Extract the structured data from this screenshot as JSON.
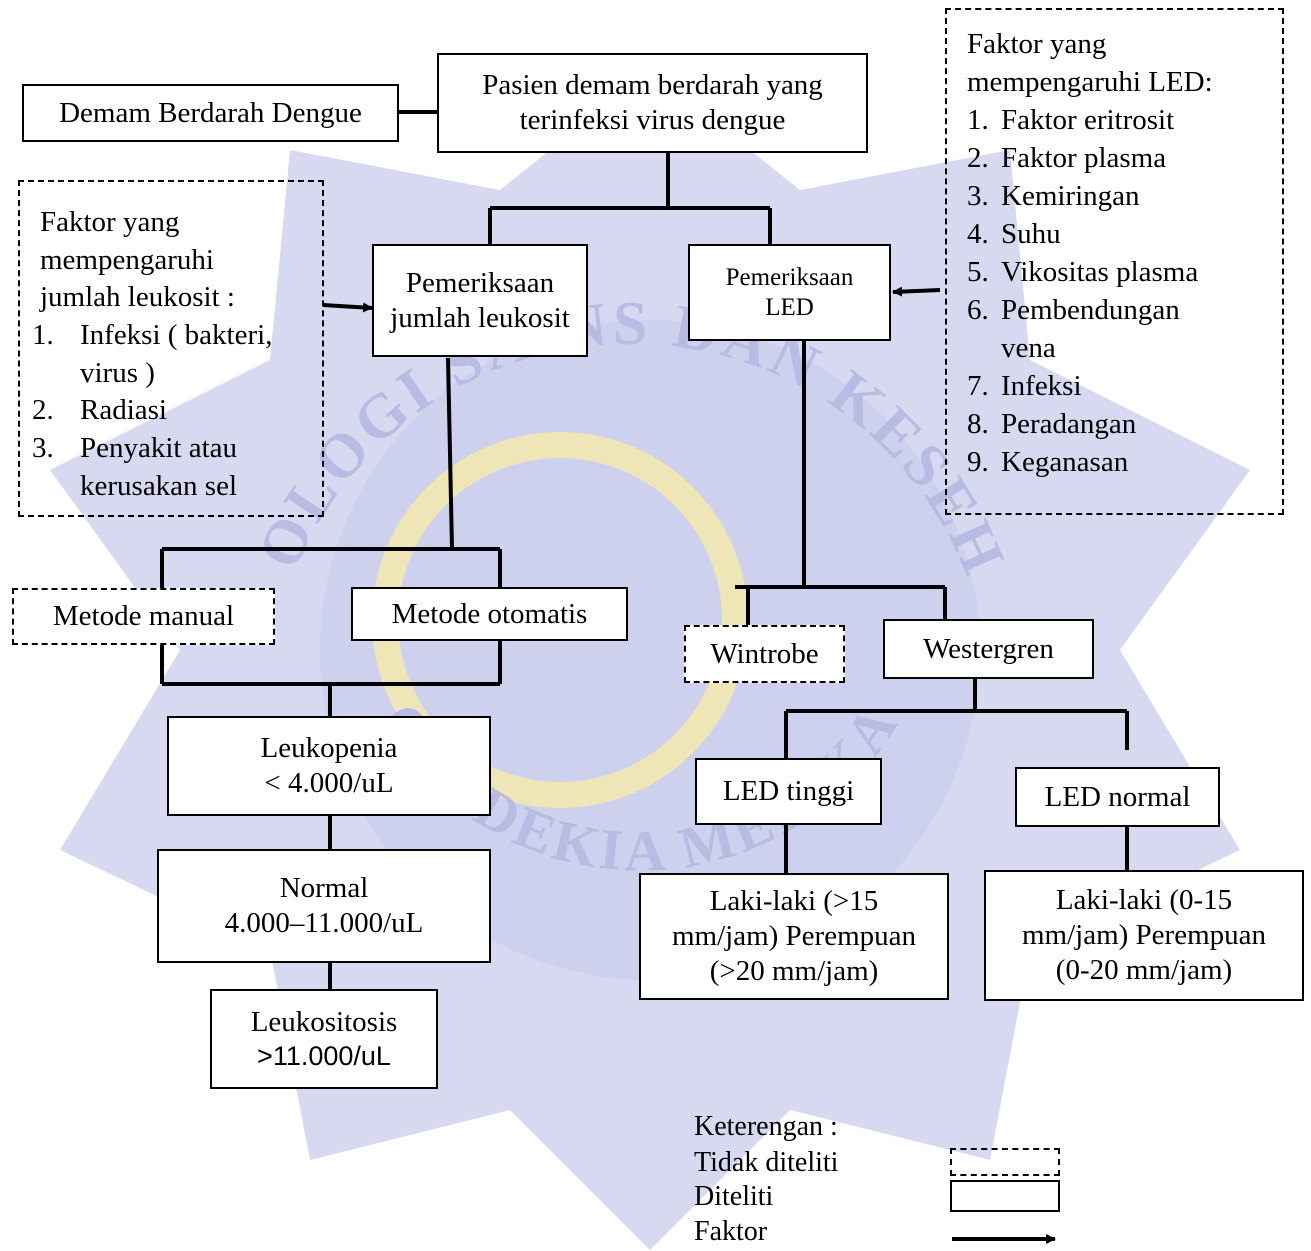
{
  "watermark": {
    "top_text": "TEKNOLOGI SAINS DAN KESEHATAN",
    "bottom_text": "CENDEKIA MEDIKA"
  },
  "nodes": {
    "dbd": "Demam Berdarah Dengue",
    "pasien": [
      "Pasien demam berdarah yang",
      "terinfeksi virus dengue"
    ],
    "leukosit_exam": [
      "Pemeriksaan",
      "jumlah leukosit"
    ],
    "led_exam": [
      "Pemeriksaan",
      "LED"
    ],
    "manual": "Metode manual",
    "otomatis": "Metode otomatis",
    "wintrobe": "Wintrobe",
    "westergren": "Westergren",
    "leukopenia": [
      "Leukopenia",
      "< 4.000/uL"
    ],
    "normal": [
      "Normal",
      "4.000–11.000/uL"
    ],
    "leukositosis": [
      "Leukositosis",
      ">11.000/uL"
    ],
    "led_tinggi": "LED tinggi",
    "led_normal": "LED normal",
    "tinggi_values": [
      "Laki-laki (>15",
      "mm/jam) Perempuan",
      "(>20 mm/jam)"
    ],
    "normal_values": [
      "Laki-laki (0-15",
      "mm/jam) Perempuan",
      "(0-20 mm/jam)"
    ]
  },
  "leukosit_factors": {
    "title": [
      "Faktor yang",
      "mempengaruhi",
      "jumlah leukosit :"
    ],
    "items": [
      {
        "n": "1.",
        "text": "Infeksi ( bakteri, virus )"
      },
      {
        "n": "2.",
        "text": "Radiasi"
      },
      {
        "n": "3.",
        "text": "Penyakit atau kerusakan sel"
      }
    ]
  },
  "led_factors": {
    "title": [
      "Faktor yang",
      "mempengaruhi LED:"
    ],
    "items": [
      {
        "n": "1.",
        "text": "Faktor eritrosit"
      },
      {
        "n": "2.",
        "text": "Faktor plasma"
      },
      {
        "n": "3.",
        "text": "Kemiringan"
      },
      {
        "n": "4.",
        "text": "Suhu"
      },
      {
        "n": "5.",
        "text": "Vikositas plasma"
      },
      {
        "n": "6.",
        "text": "Pembendungan vena"
      },
      {
        "n": "7.",
        "text": "Infeksi"
      },
      {
        "n": "8.",
        "text": "Peradangan"
      },
      {
        "n": "9.",
        "text": "Keganasan"
      }
    ]
  },
  "legend": {
    "title": "Keterengan :",
    "not_studied": "Tidak diteliti",
    "studied": "Diteliti",
    "factor": "Faktor"
  },
  "colors": {
    "watermark": "#c9cbea",
    "watermark_moon": "#efe6b8",
    "line": "#000000"
  }
}
